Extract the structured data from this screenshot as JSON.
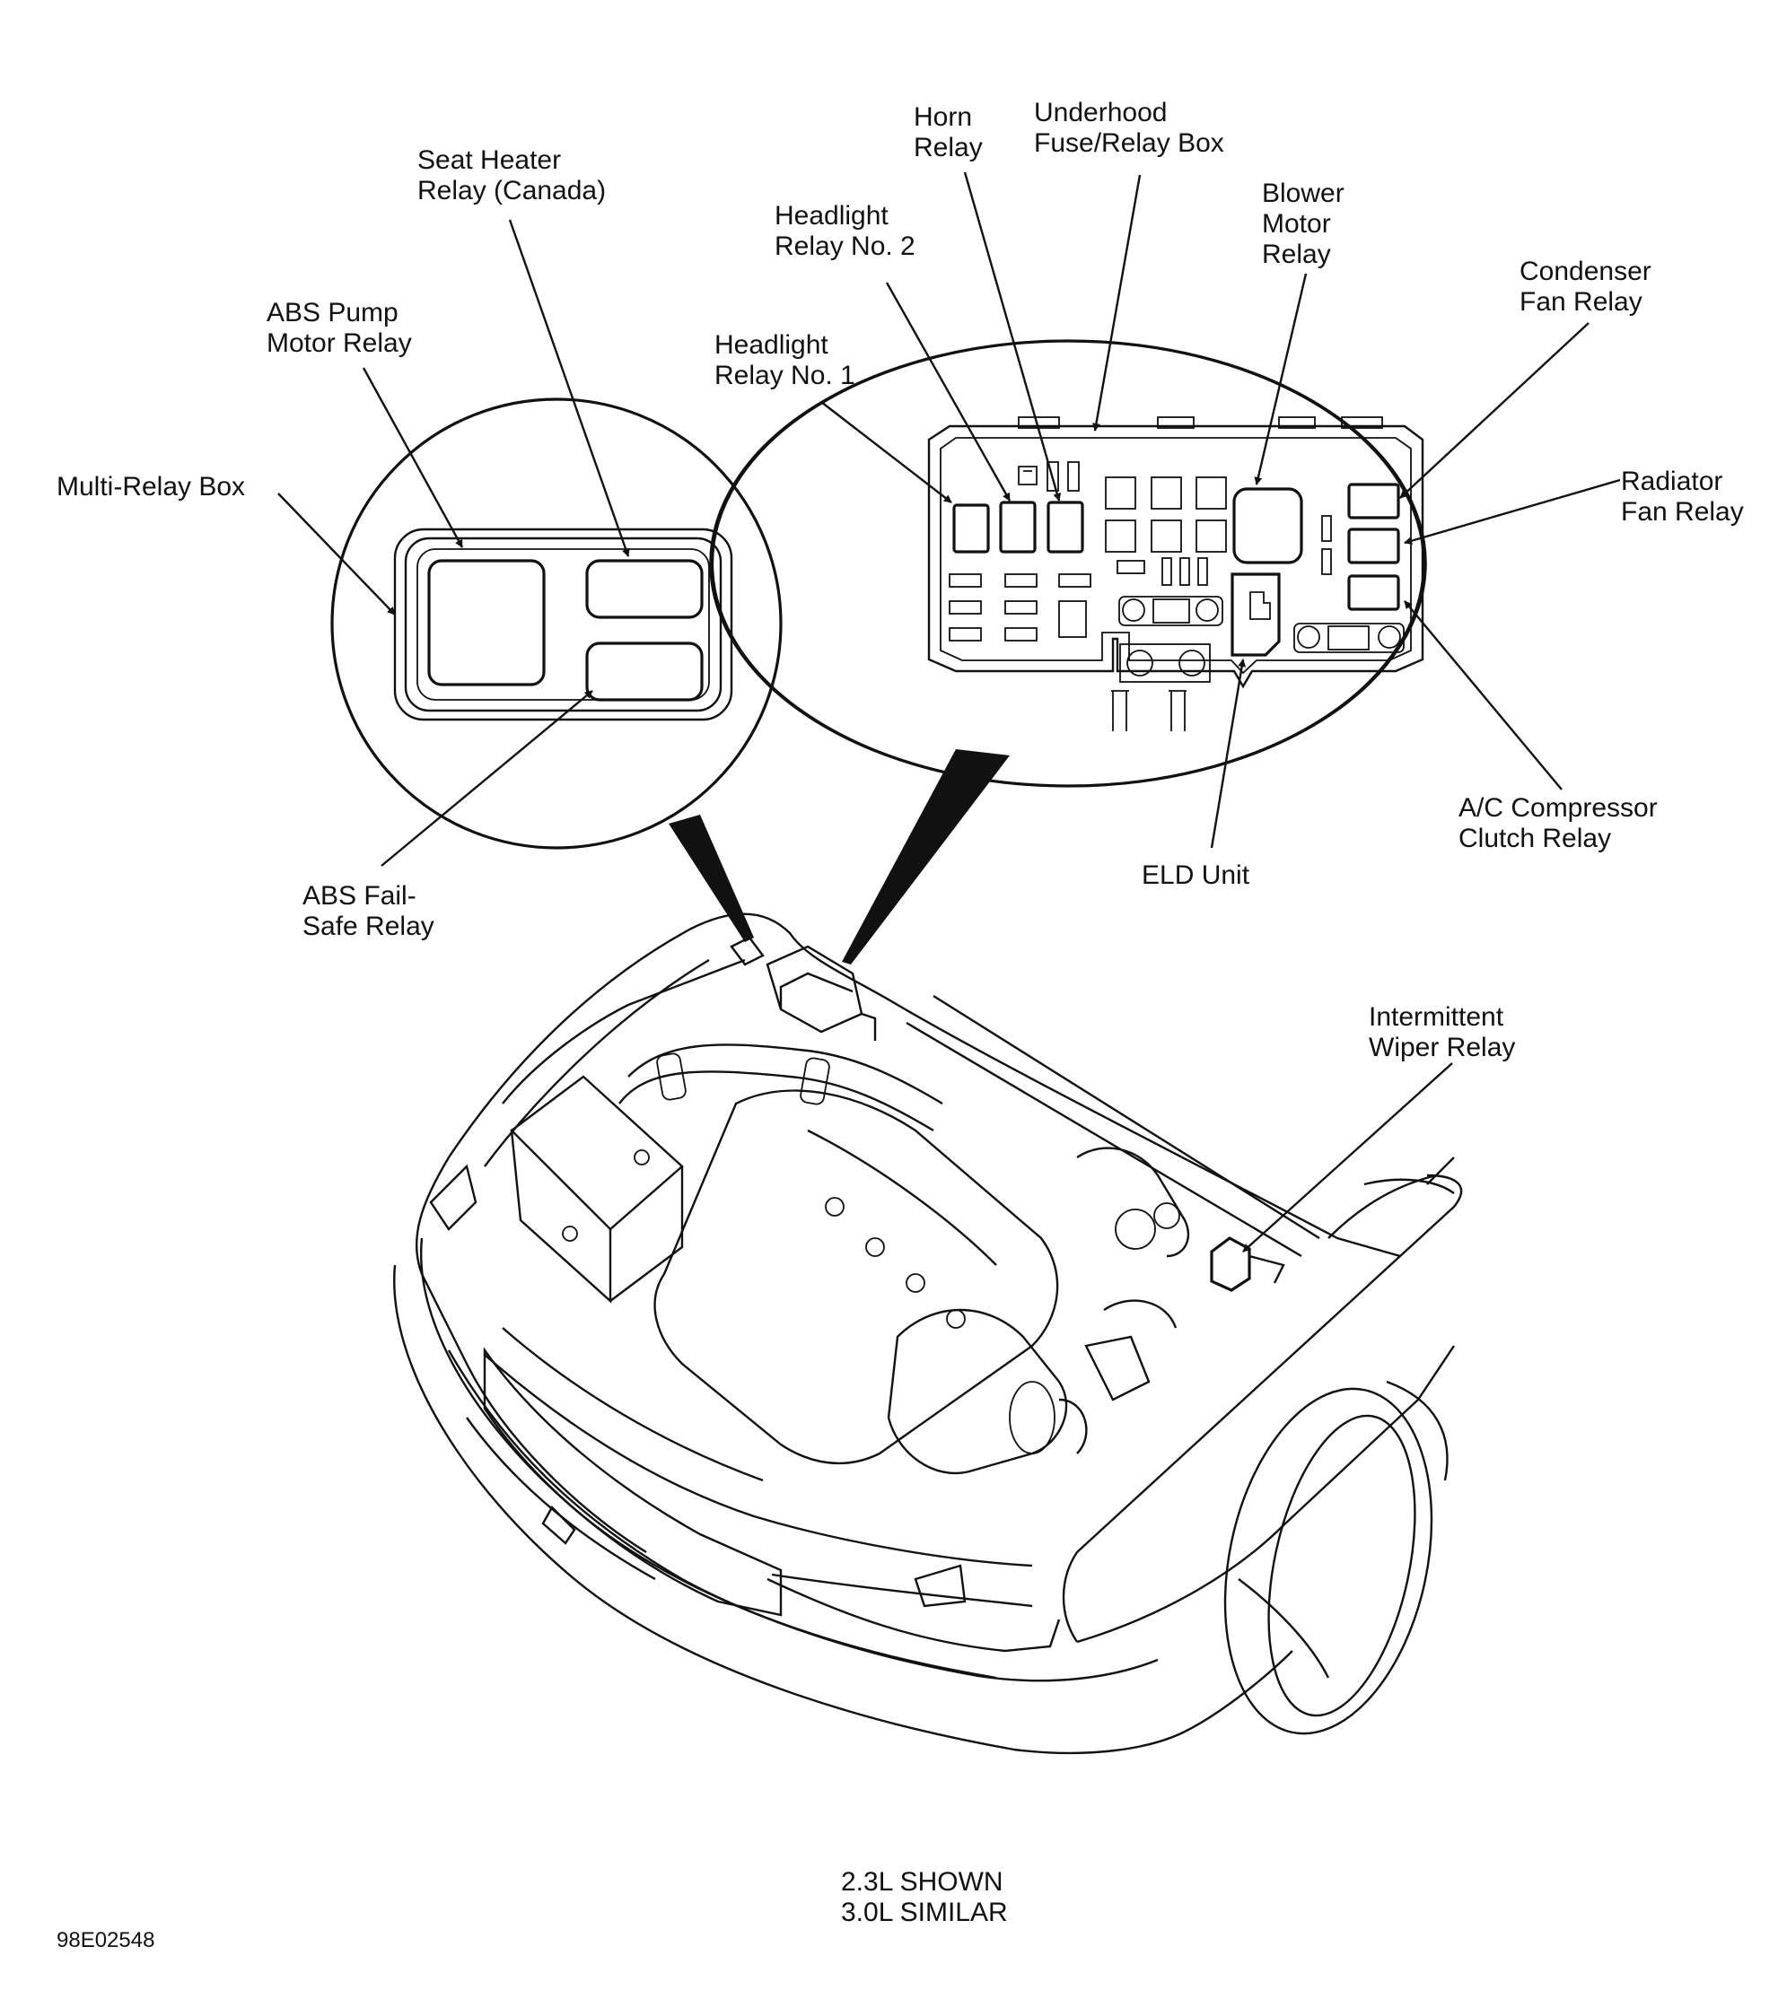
{
  "colors": {
    "ink": "#111111",
    "background": "#ffffff"
  },
  "labels": {
    "seat_heater_relay": [
      "Seat Heater",
      "Relay (Canada)"
    ],
    "abs_pump_motor_relay": [
      "ABS Pump",
      "Motor Relay"
    ],
    "multi_relay_box": [
      "Multi-Relay Box"
    ],
    "abs_fail_safe_relay": [
      "ABS Fail-",
      "Safe Relay"
    ],
    "horn_relay": [
      "Horn",
      "Relay"
    ],
    "underhood_fuse_relay_box": [
      "Underhood",
      "Fuse/Relay Box"
    ],
    "headlight_relay_no2": [
      "Headlight",
      "Relay No. 2"
    ],
    "headlight_relay_no1": [
      "Headlight",
      "Relay No. 1"
    ],
    "blower_motor_relay": [
      "Blower",
      "Motor",
      "Relay"
    ],
    "condenser_fan_relay": [
      "Condenser",
      "Fan Relay"
    ],
    "radiator_fan_relay": [
      "Radiator",
      "Fan Relay"
    ],
    "ac_compressor_clutch_relay": [
      "A/C Compressor",
      "Clutch Relay"
    ],
    "eld_unit": [
      "ELD Unit"
    ],
    "intermittent_wiper_relay": [
      "Intermittent",
      "Wiper Relay"
    ]
  },
  "caption": [
    "2.3L SHOWN",
    "3.0L SIMILAR"
  ],
  "figure_id": "98E02548"
}
